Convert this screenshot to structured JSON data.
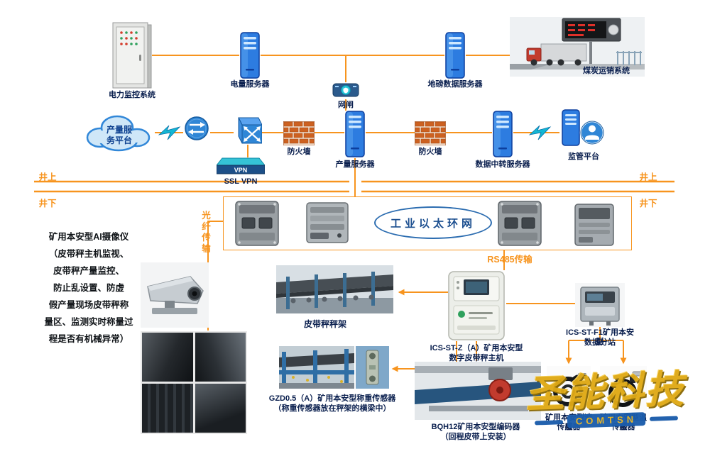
{
  "top": {
    "power_monitor": "电力监控系统",
    "power_server": "电量服务器",
    "gateway": "网闸",
    "weighbridge_server": "地磅数据服务器",
    "coal_sales": "煤炭运销系统"
  },
  "mid": {
    "cloud": "产量服务平台",
    "firewall_left": "防火墙",
    "production_server": "产量服务器",
    "firewall_right": "防火墙",
    "relay_server": "数据中转服务器",
    "supervision": "监管平台",
    "vpn_text": "VPN",
    "ssl_vpn": "SSL VPN"
  },
  "zones": {
    "surface_left": "井上",
    "underground_left": "井下",
    "surface_right": "井上",
    "underground_right": "井下"
  },
  "ring": {
    "label": "工业以太环网"
  },
  "links": {
    "fiber": "光纤传输",
    "rs485": "RS485传输"
  },
  "camera_note": {
    "title": "矿用本安型AI摄像仪",
    "lines": [
      "（皮带秤主机监视、",
      "皮带秤产量监控、",
      "防止乱设置、防虚",
      "假产量现场皮带秤称",
      "量区、监测实时称量过",
      "程是否有机械异常）"
    ]
  },
  "underground": {
    "frame_label": "皮带秤秤架",
    "host_label_1": "ICS-ST-Z（A）矿用本安型",
    "host_label_2": "数字皮带秤主机",
    "substation_label_1": "ICS-ST-F1矿用本安型",
    "substation_label_2": "数据分站",
    "loadcell_label_1": "GZD0.5（A）矿用本安型称重传感器",
    "loadcell_label_2": "（称重传感器放在秤架的横梁中）",
    "encoder_label_1": "BQH12矿用本安型编码器",
    "encoder_label_2": "（回程皮带上安装）",
    "sensor_left_label_1": "矿用本安型速度",
    "sensor_left_label_2": "传感器",
    "sensor_right_label_1": "矿用本安型温度",
    "sensor_right_label_2": "传感器"
  },
  "watermark": {
    "brand": "圣能科技",
    "sub": "COMTSN"
  },
  "colors": {
    "line": "#F7941E",
    "label": "#0a1f4e",
    "accent_blue": "#2f86d6"
  }
}
